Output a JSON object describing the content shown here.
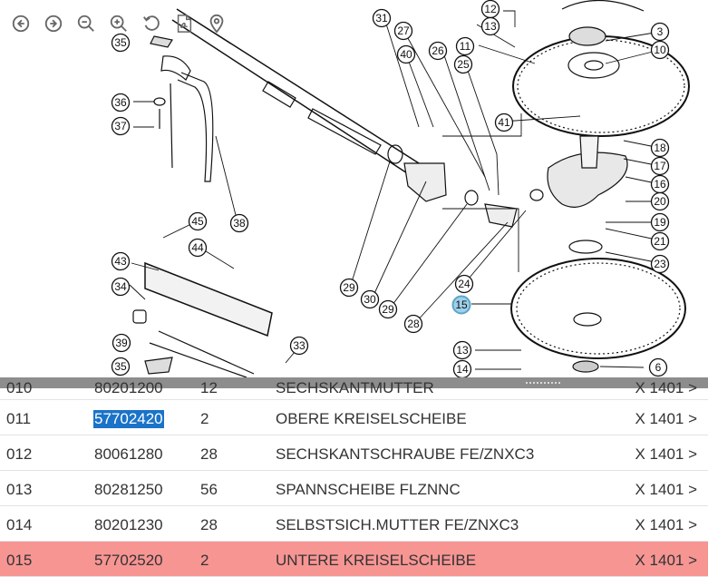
{
  "toolbar": {
    "buttons": [
      {
        "icon": "arrow-left-circle-icon"
      },
      {
        "icon": "arrow-right-circle-icon"
      },
      {
        "icon": "zoom-out-icon"
      },
      {
        "icon": "zoom-in-icon"
      },
      {
        "icon": "rotate-icon"
      },
      {
        "icon": "pdf-icon"
      },
      {
        "icon": "map-pin-icon"
      }
    ]
  },
  "drawing": {
    "callouts": [
      "12",
      "13",
      "11",
      "25",
      "26",
      "27",
      "31",
      "40",
      "3",
      "10",
      "41",
      "18",
      "17",
      "16",
      "20",
      "19",
      "21",
      "23",
      "24",
      "15",
      "13",
      "14",
      "6",
      "28",
      "29",
      "30",
      "29",
      "33",
      "34",
      "35",
      "36",
      "37",
      "38",
      "39",
      "43",
      "44",
      "45",
      "35"
    ]
  },
  "parts": {
    "rows": [
      {
        "pos": "010",
        "article": "80201200",
        "qty": "12",
        "desc": "SECHSKANTMUTTER",
        "link": "X 1401 >"
      },
      {
        "pos": "011",
        "article": "57702420",
        "qty": "2",
        "desc": "OBERE KREISELSCHEIBE",
        "link": "X 1401 >"
      },
      {
        "pos": "012",
        "article": "80061280",
        "qty": "28",
        "desc": "SECHSKANTSCHRAUBE FE/ZNXC3",
        "link": "X 1401 >"
      },
      {
        "pos": "013",
        "article": "80281250",
        "qty": "56",
        "desc": "SPANNSCHEIBE FLZNNC",
        "link": "X 1401 >"
      },
      {
        "pos": "014",
        "article": "80201230",
        "qty": "28",
        "desc": "SELBSTSICH.MUTTER FE/ZNXC3",
        "link": "X 1401 >"
      },
      {
        "pos": "015",
        "article": "57702520",
        "qty": "2",
        "desc": "UNTERE KREISELSCHEIBE",
        "link": "X 1401 >"
      }
    ]
  }
}
